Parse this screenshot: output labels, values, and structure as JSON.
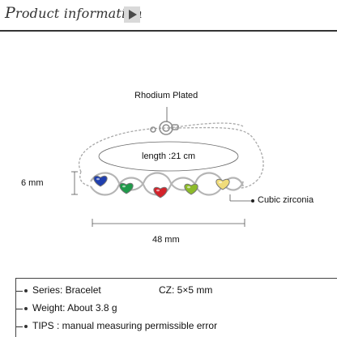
{
  "header": {
    "title_initial": "P",
    "title_rest": "roduct information"
  },
  "annotations": {
    "plating": "Rhodium Plated",
    "length": "length :21 cm",
    "height": "6 mm",
    "stone": "Cubic zirconia",
    "width": "48 mm"
  },
  "stones": [
    {
      "name": "sapphire",
      "color": "#1f3fae"
    },
    {
      "name": "emerald",
      "color": "#1f9a4a"
    },
    {
      "name": "ruby",
      "color": "#d3222a"
    },
    {
      "name": "peridot",
      "color": "#8dbb2a"
    },
    {
      "name": "citrine",
      "color": "#f0dc7a"
    }
  ],
  "specs": {
    "series": "Series: Bracelet",
    "cz": "CZ: 5×5 mm",
    "weight": "Weight: About 3.8 g",
    "tips": "TIPS : manual measuring permissible error"
  }
}
